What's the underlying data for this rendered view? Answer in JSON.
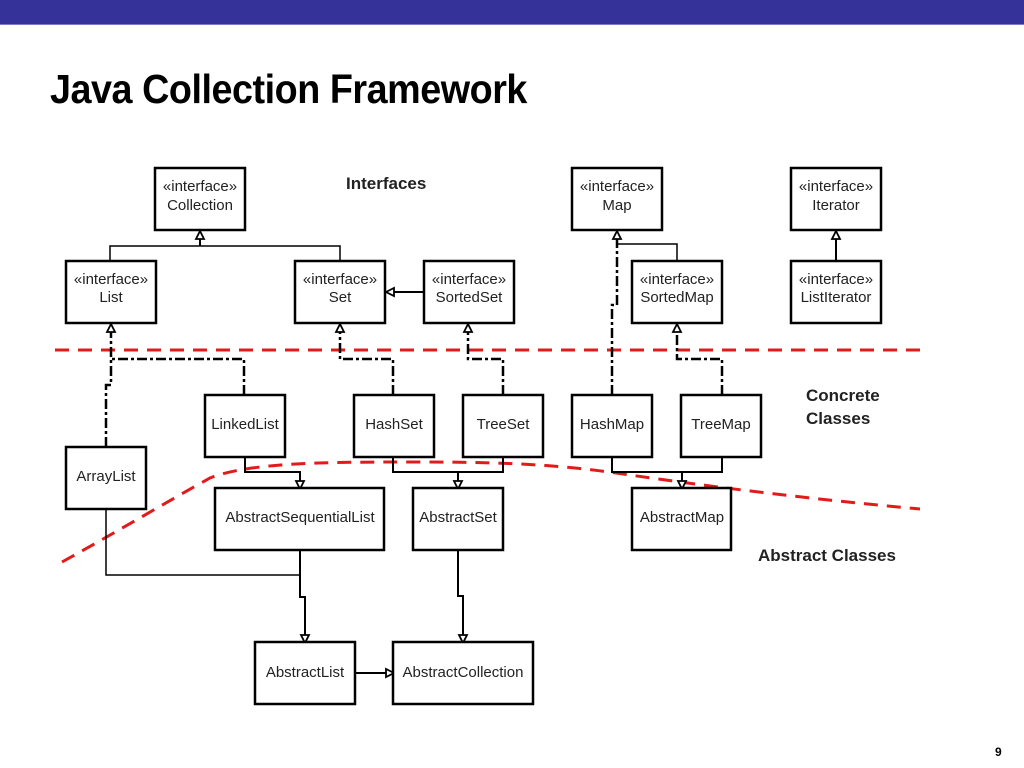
{
  "slide": {
    "title": "Java Collection Framework",
    "page_number": "9",
    "header_bar_color": "#353399"
  },
  "diagram": {
    "section_labels": {
      "interfaces": "Interfaces",
      "concrete_line1": "Concrete",
      "concrete_line2": "Classes",
      "abstract": "Abstract Classes"
    },
    "stereotype": "«interface»",
    "interfaces": {
      "collection": "Collection",
      "list": "List",
      "set": "Set",
      "sortedset": "SortedSet",
      "map": "Map",
      "sortedmap": "SortedMap",
      "iterator": "Iterator",
      "listiterator": "ListIterator"
    },
    "concrete": {
      "arraylist": "ArrayList",
      "linkedlist": "LinkedList",
      "hashset": "HashSet",
      "treeset": "TreeSet",
      "hashmap": "HashMap",
      "treemap": "TreeMap"
    },
    "abstract": {
      "abstractsequentiallist": "AbstractSequentialList",
      "abstractset": "AbstractSet",
      "abstractmap": "AbstractMap",
      "abstractlist": "AbstractList",
      "abstractcollection": "AbstractCollection"
    },
    "relations": [
      {
        "from": "List",
        "to": "Collection",
        "type": "extends"
      },
      {
        "from": "Set",
        "to": "Collection",
        "type": "extends"
      },
      {
        "from": "SortedSet",
        "to": "Set",
        "type": "extends"
      },
      {
        "from": "SortedMap",
        "to": "Map",
        "type": "extends"
      },
      {
        "from": "ListIterator",
        "to": "Iterator",
        "type": "extends"
      },
      {
        "from": "ArrayList",
        "to": "List",
        "type": "implements"
      },
      {
        "from": "LinkedList",
        "to": "List",
        "type": "implements"
      },
      {
        "from": "HashSet",
        "to": "Set",
        "type": "implements"
      },
      {
        "from": "TreeSet",
        "to": "SortedSet",
        "type": "implements"
      },
      {
        "from": "HashMap",
        "to": "Map",
        "type": "implements"
      },
      {
        "from": "TreeMap",
        "to": "SortedMap",
        "type": "implements"
      },
      {
        "from": "LinkedList",
        "to": "AbstractSequentialList",
        "type": "extends"
      },
      {
        "from": "HashSet",
        "to": "AbstractSet",
        "type": "extends"
      },
      {
        "from": "TreeSet",
        "to": "AbstractSet",
        "type": "extends"
      },
      {
        "from": "HashMap",
        "to": "AbstractMap",
        "type": "extends"
      },
      {
        "from": "TreeMap",
        "to": "AbstractMap",
        "type": "extends"
      },
      {
        "from": "ArrayList",
        "to": "AbstractList",
        "type": "extends"
      },
      {
        "from": "AbstractSequentialList",
        "to": "AbstractList",
        "type": "extends"
      },
      {
        "from": "AbstractSet",
        "to": "AbstractCollection",
        "type": "extends"
      },
      {
        "from": "AbstractList",
        "to": "AbstractCollection",
        "type": "extends"
      }
    ],
    "colors": {
      "boundary_line": "#e31a1a"
    }
  }
}
